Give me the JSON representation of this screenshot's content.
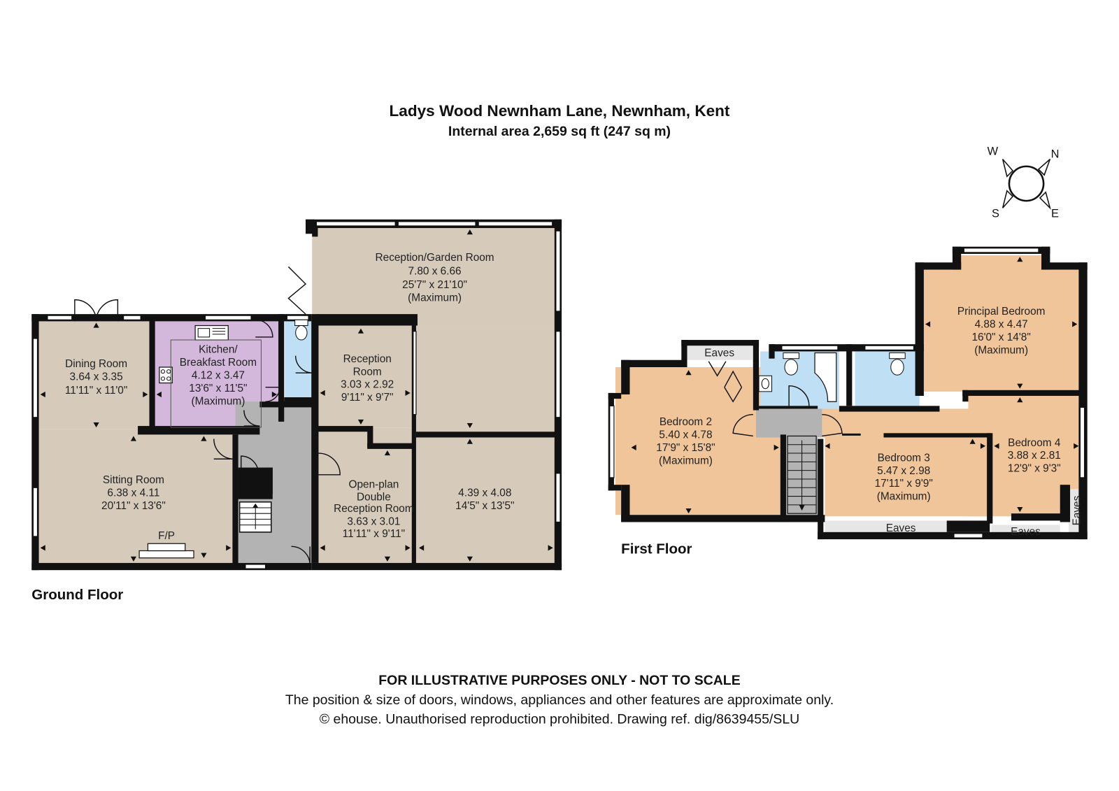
{
  "header": {
    "title": "Ladys Wood Newnham Lane, Newnham, Kent",
    "subtitle": "Internal area 2,659 sq ft (247 sq m)"
  },
  "compass": {
    "west": "W",
    "north": "N",
    "south": "S",
    "east": "E"
  },
  "ground_floor": {
    "label": "Ground Floor",
    "rooms": {
      "reception_garden": {
        "name": "Reception/Garden Room",
        "metric": "7.80 x 6.66",
        "imperial": "25'7\" x 21'10\"",
        "note": "(Maximum)"
      },
      "dining": {
        "name": "Dining Room",
        "metric": "3.64 x 3.35",
        "imperial": "11'11\" x 11'0\""
      },
      "kitchen": {
        "name_line1": "Kitchen/",
        "name_line2": "Breakfast Room",
        "metric": "4.12 x 3.47",
        "imperial": "13'6\" x 11'5\"",
        "note": "(Maximum)"
      },
      "reception_room": {
        "name_line1": "Reception",
        "name_line2": "Room",
        "metric": "3.03 x 2.92",
        "imperial": "9'11\" x 9'7\""
      },
      "sitting": {
        "name": "Sitting Room",
        "metric": "6.38 x 4.11",
        "imperial": "20'11\" x 13'6\"",
        "fireplace": "F/P"
      },
      "open_plan": {
        "name_line1": "Open-plan",
        "name_line2": "Double",
        "name_line3": "Reception Room",
        "metric": "3.63 x 3.01",
        "imperial": "11'11\" x 9'11\""
      },
      "open_plan_right": {
        "metric": "4.39 x 4.08",
        "imperial": "14'5\" x 13'5\""
      }
    }
  },
  "first_floor": {
    "label": "First Floor",
    "eaves": "Eaves",
    "rooms": {
      "principal": {
        "name": "Principal Bedroom",
        "metric": "4.88 x 4.47",
        "imperial": "16'0\" x 14'8\"",
        "note": "(Maximum)"
      },
      "bedroom2": {
        "name": "Bedroom 2",
        "metric": "5.40 x 4.78",
        "imperial": "17'9\" x 15'8\"",
        "note": "(Maximum)"
      },
      "bedroom3": {
        "name": "Bedroom 3",
        "metric": "5.47 x 2.98",
        "imperial": "17'11\" x 9'9\"",
        "note": "(Maximum)"
      },
      "bedroom4": {
        "name": "Bedroom 4",
        "metric": "3.88 x 2.81",
        "imperial": "12'9\" x 9'3\""
      }
    }
  },
  "footer": {
    "line1": "FOR ILLUSTRATIVE PURPOSES ONLY - NOT TO SCALE",
    "line2": "The position & size of doors, windows, appliances and other features are approximate only.",
    "line3": "© ehouse. Unauthorised reproduction prohibited. Drawing ref. dig/8639455/SLU"
  },
  "colors": {
    "reception_fill": "#d6cabb",
    "kitchen_fill": "#d3b8dc",
    "bathroom_fill": "#bfe0f4",
    "bedroom_fill": "#f0c59a",
    "hall_fill": "#b3b3b3",
    "eaves_fill": "#e6e6e6",
    "wall": "#111111"
  }
}
